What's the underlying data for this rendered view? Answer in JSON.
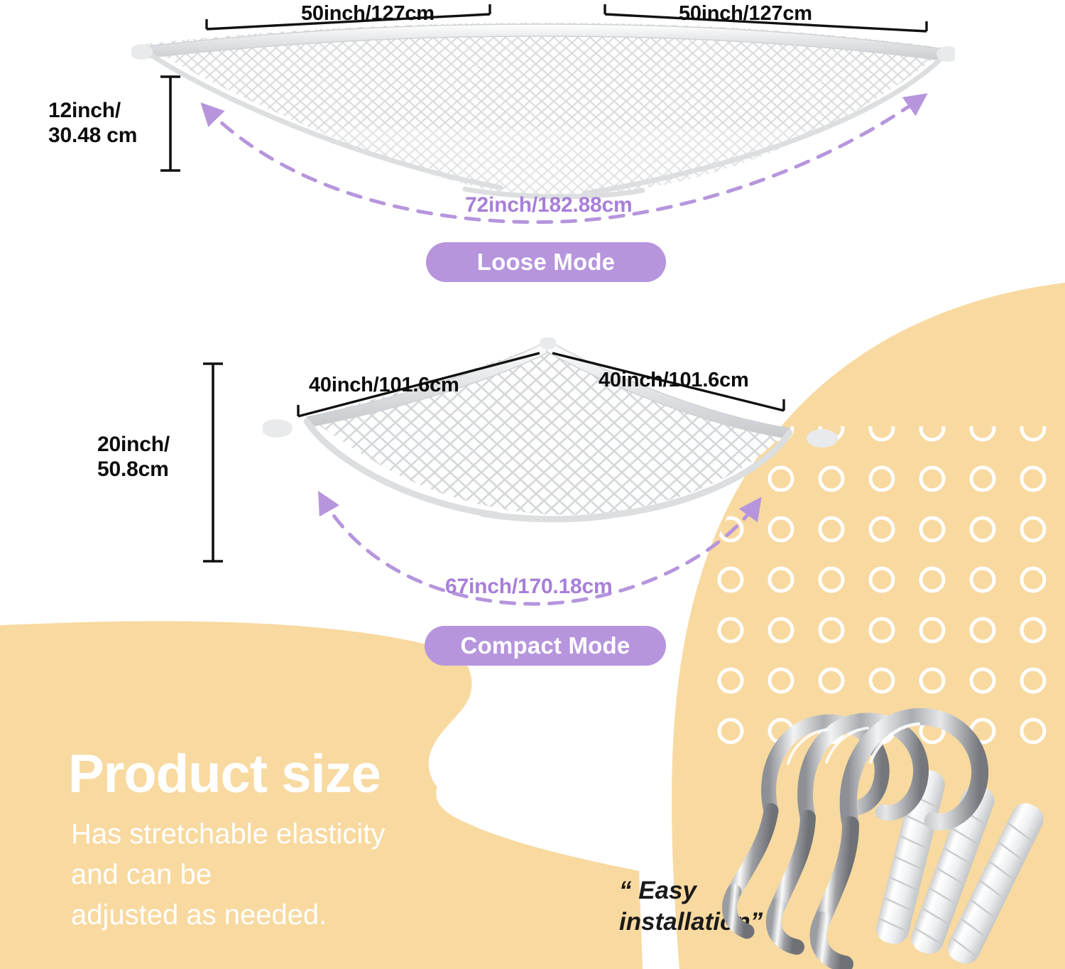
{
  "page": {
    "background_color": "#ffffff",
    "accent_orange": "#f8d9a0",
    "accent_purple": "#b695dd",
    "dimension_text_color": "#0d0d0d",
    "curve_text_color": "#a77fd8"
  },
  "loose_mode": {
    "badge_label": "Loose Mode",
    "top_left_dimension": "50inch/127cm",
    "top_right_dimension": "50inch/127cm",
    "side_dimension": "12inch/\n30.48 cm",
    "curve_dimension": "72inch/182.88cm",
    "product_image_alt": "white-net-hammock-loose"
  },
  "compact_mode": {
    "badge_label": "Compact Mode",
    "top_left_dimension": "40inch/101.6cm",
    "top_right_dimension": "40inch/101.6cm",
    "side_dimension": "20inch/\n50.8cm",
    "curve_dimension": "67inch/170.18cm",
    "product_image_alt": "white-net-hammock-compact"
  },
  "footer": {
    "title": "Product size",
    "description": "Has stretchable elasticity\nand can be\nadjusted as needed.",
    "easy_installation_caption": "“ Easy\ninstallation”",
    "hooks_image_alt": "metal-screw-hooks-and-wall-anchors"
  }
}
